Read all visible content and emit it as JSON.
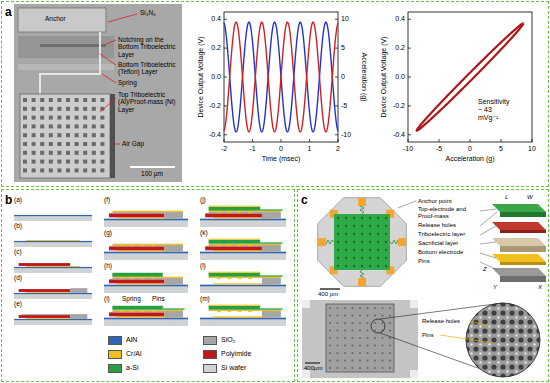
{
  "diagram": {
    "nodes": [
      {
        "text": [
          "a"
        ]
      },
      {
        "text": [
          "b"
        ]
      },
      {
        "text": [
          "c"
        ]
      }
    ],
    "labels": [
      "Anchor",
      "Si₃N₄",
      "Notching on the Bottom Triboelectric Layer",
      "Bottom Triboelectric (Teflon) Layer",
      "Spring",
      "Top Triboelectric (Al)/Proof-mass (Ni) Layer",
      "Air Gap",
      "100 μm",
      "0.4",
      "0.2",
      "0.0",
      "-0.2",
      "-0.4",
      "10",
      "5",
      "0",
      "-5",
      "-10",
      "-2",
      "-1",
      "0",
      "1",
      "2",
      "Device Output Voltage (V)",
      "Acceleration (g)",
      "Time (msec)",
      "0.4",
      "0.2",
      "0.0",
      "-0.2",
      "-0.4",
      "-10",
      "-5",
      "0",
      "5",
      "10",
      "Device Output Voltage (V)",
      "Acceleration (g)",
      "Sensitivity ~ 43 mVg⁻¹",
      "(a)",
      "(b)",
      "(c)",
      "(d)",
      "(e)",
      "(f)",
      "(g)",
      "(h)",
      "(i)",
      "(j)",
      "(k)",
      "(l)",
      "(m)",
      "Spring",
      "Pins",
      "Anchor point",
      "Top-electrode and Proof-mass",
      "Release holes",
      "Triboelectric layer",
      "Sacrificial layer",
      "Bottom electrode",
      "Pins",
      "400 μm",
      "L",
      "W",
      "Z",
      "X",
      "Y",
      "Release holes",
      "Pins",
      "400μm"
    ],
    "legend": [
      {
        "text": "AlN",
        "color": "#3264b4"
      },
      {
        "text": "SiO₂",
        "color": "#a6a6a6"
      },
      {
        "text": "Cr/Al",
        "color": "#f0c020"
      },
      {
        "text": "Polyimide",
        "color": "#c01818"
      },
      {
        "text": "a-Si",
        "color": "#28a040"
      },
      {
        "text": "Si wafer",
        "color": "#cfd3d6"
      }
    ]
  }
}
